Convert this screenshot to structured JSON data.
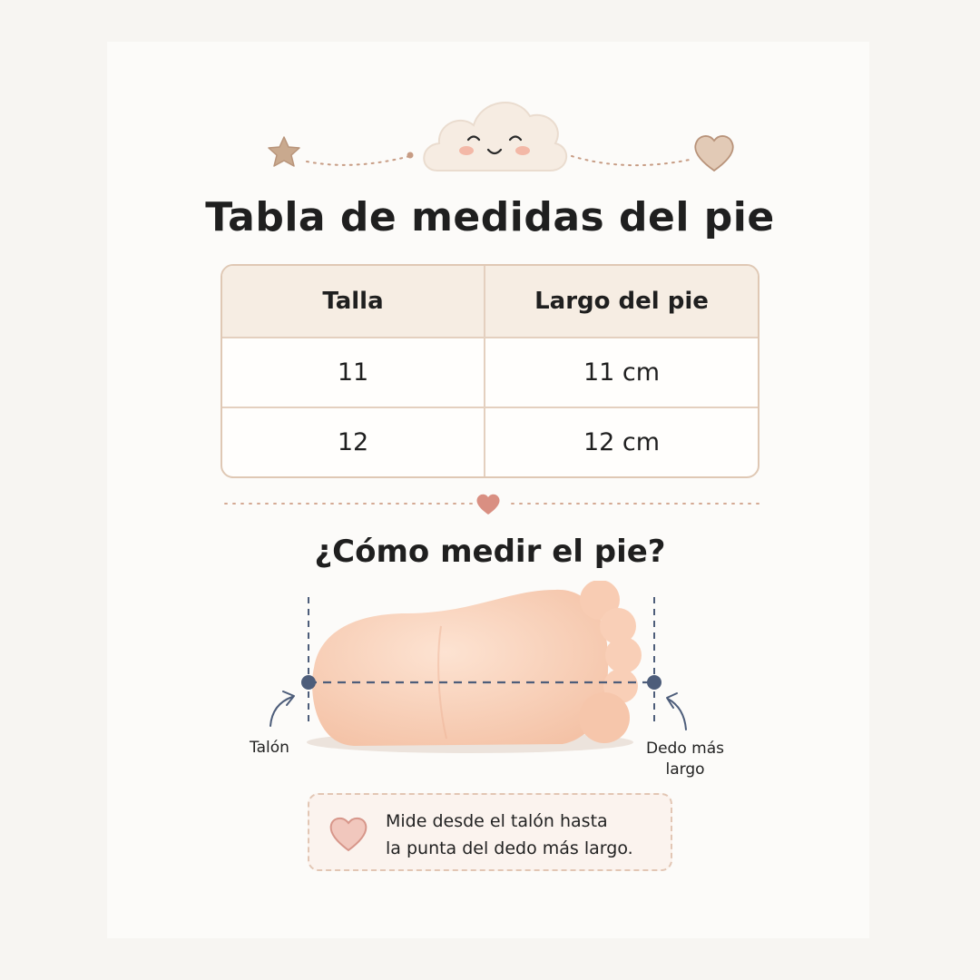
{
  "title": "Tabla de medidas del pie",
  "table": {
    "headers": [
      "Talla",
      "Largo del pie"
    ],
    "rows": [
      [
        "11",
        "11 cm"
      ],
      [
        "12",
        "12 cm"
      ]
    ]
  },
  "subtitle": "¿Cómo medir el pie?",
  "labels": {
    "heel": "Talón",
    "toe": "Dedo más largo"
  },
  "tip": {
    "line1": "Mide desde el talón hasta",
    "line2": "la punta del dedo más largo."
  },
  "icons": {
    "star": "star-icon",
    "cloud": "smiling-cloud-icon",
    "heart": "heart-icon",
    "foot": "baby-foot-illustration"
  },
  "colors": {
    "accent": "#c8a489",
    "heart_pink": "#d98f82",
    "table_border": "#dfc8b4",
    "header_bg": "#f6ede3",
    "measure_line": "#4d5d7a"
  }
}
